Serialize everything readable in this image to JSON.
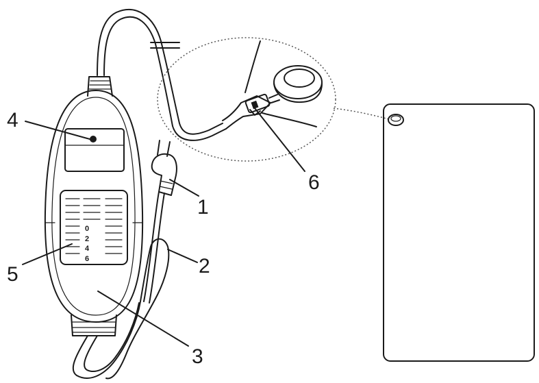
{
  "callouts": [
    {
      "id": "1",
      "label": "1"
    },
    {
      "id": "2",
      "label": "2"
    },
    {
      "id": "3",
      "label": "3"
    },
    {
      "id": "4",
      "label": "4"
    },
    {
      "id": "5",
      "label": "5"
    },
    {
      "id": "6",
      "label": "6"
    }
  ],
  "dial_levels": [
    "0",
    "2",
    "4",
    "6"
  ]
}
